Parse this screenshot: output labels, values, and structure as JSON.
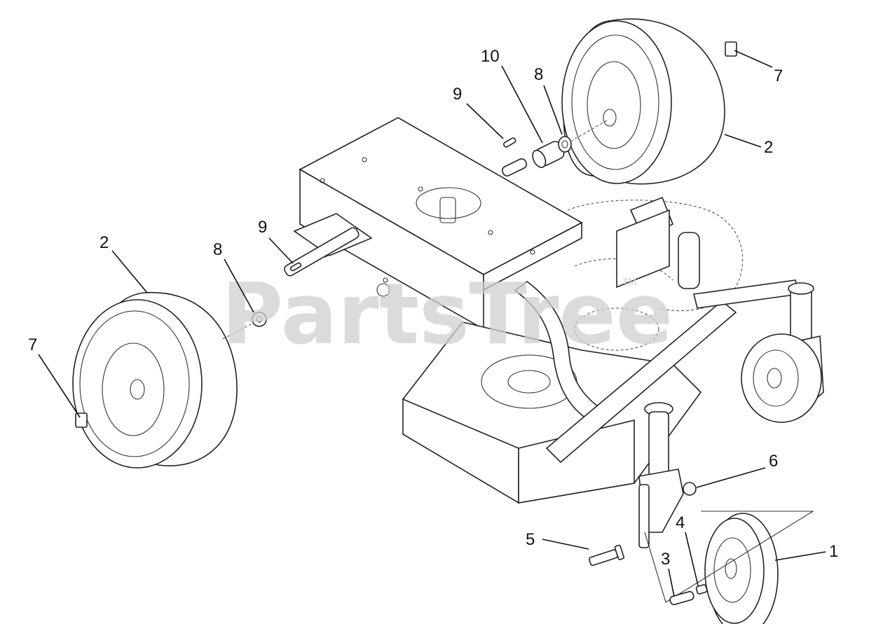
{
  "watermark": {
    "text": "PartsTree",
    "mark": "TM"
  },
  "callouts": [
    {
      "id": "c1",
      "label": "1"
    },
    {
      "id": "c2a",
      "label": "2"
    },
    {
      "id": "c2b",
      "label": "2"
    },
    {
      "id": "c3",
      "label": "3"
    },
    {
      "id": "c4",
      "label": "4"
    },
    {
      "id": "c5",
      "label": "5"
    },
    {
      "id": "c6",
      "label": "6"
    },
    {
      "id": "c7a",
      "label": "7"
    },
    {
      "id": "c7b",
      "label": "7"
    },
    {
      "id": "c8a",
      "label": "8"
    },
    {
      "id": "c8b",
      "label": "8"
    },
    {
      "id": "c9a",
      "label": "9"
    },
    {
      "id": "c9b",
      "label": "9"
    },
    {
      "id": "c10",
      "label": "10"
    }
  ]
}
